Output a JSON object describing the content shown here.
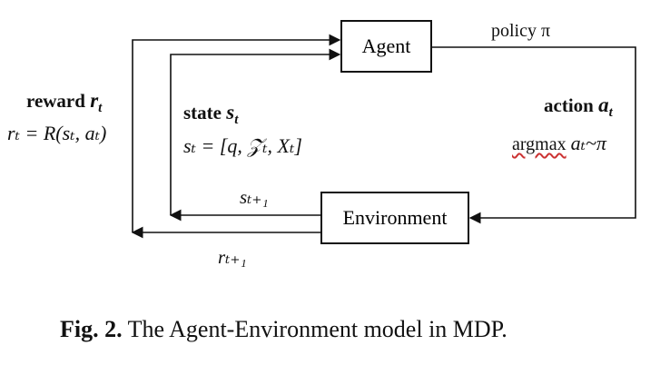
{
  "diagram": {
    "agent_label": "Agent",
    "environment_label": "Environment",
    "policy_label": "policy π",
    "reward_title": "reward",
    "reward_symbol": "r",
    "reward_sub": "t",
    "reward_eq": "rₜ = R(sₜ, aₜ)",
    "state_title": "state",
    "state_symbol": "s",
    "state_sub": "t",
    "state_eq": "sₜ = [q, 𝒵ₜ, Xₜ]",
    "action_title": "action",
    "action_symbol": "a",
    "action_sub": "t",
    "action_eq_word": "argmax",
    "action_eq_rest": "aₜ~π",
    "next_state": "sₜ₊₁",
    "next_reward": "rₜ₊₁"
  },
  "caption": {
    "label": "Fig. 2.",
    "text": "The Agent-Environment model in MDP."
  }
}
